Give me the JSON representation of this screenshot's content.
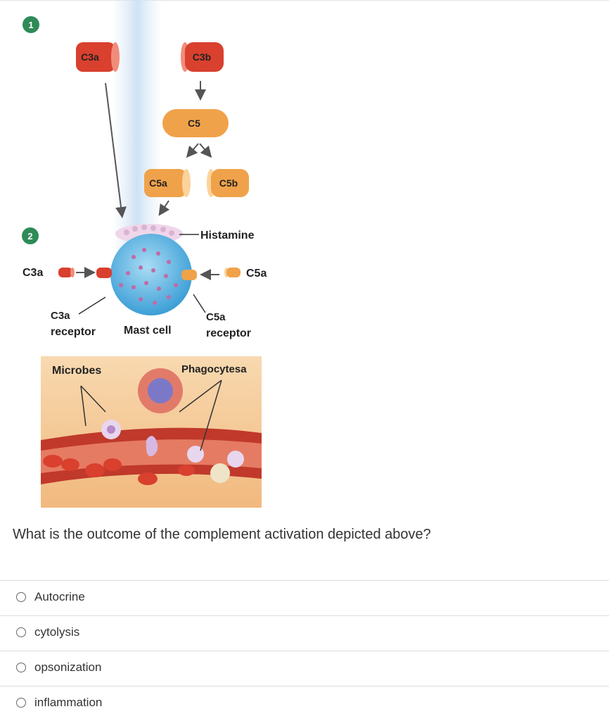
{
  "figure": {
    "step_badges": [
      "1",
      "2"
    ],
    "labels": {
      "c3a_top": "C3a",
      "c3b": "C3b",
      "c5": "C5",
      "c5a_top": "C5a",
      "c5b": "C5b",
      "histamine": "Histamine",
      "c3a_left": "C3a",
      "c5a_right": "C5a",
      "c3a_receptor_line1": "C3a",
      "c3a_receptor_line2": "receptor",
      "mast_cell": "Mast cell",
      "c5a_receptor_line1": "C5a",
      "c5a_receptor_line2": "receptor",
      "microbes": "Microbes",
      "phagocytes": "Phagocytesa"
    },
    "colors": {
      "c3_red": "#d9402e",
      "c5_orange": "#f0a24a",
      "mast_cell_blue": "#5fb3e0",
      "badge_green": "#2e8b57",
      "tissue_tan": "#f3c48e",
      "vessel_red": "#c0392b"
    }
  },
  "question": "What is the outcome of the complement activation depicted above?",
  "options": [
    {
      "label": "Autocrine",
      "selected": false
    },
    {
      "label": "cytolysis",
      "selected": false
    },
    {
      "label": "opsonization",
      "selected": false
    },
    {
      "label": "inflammation",
      "selected": false
    }
  ]
}
